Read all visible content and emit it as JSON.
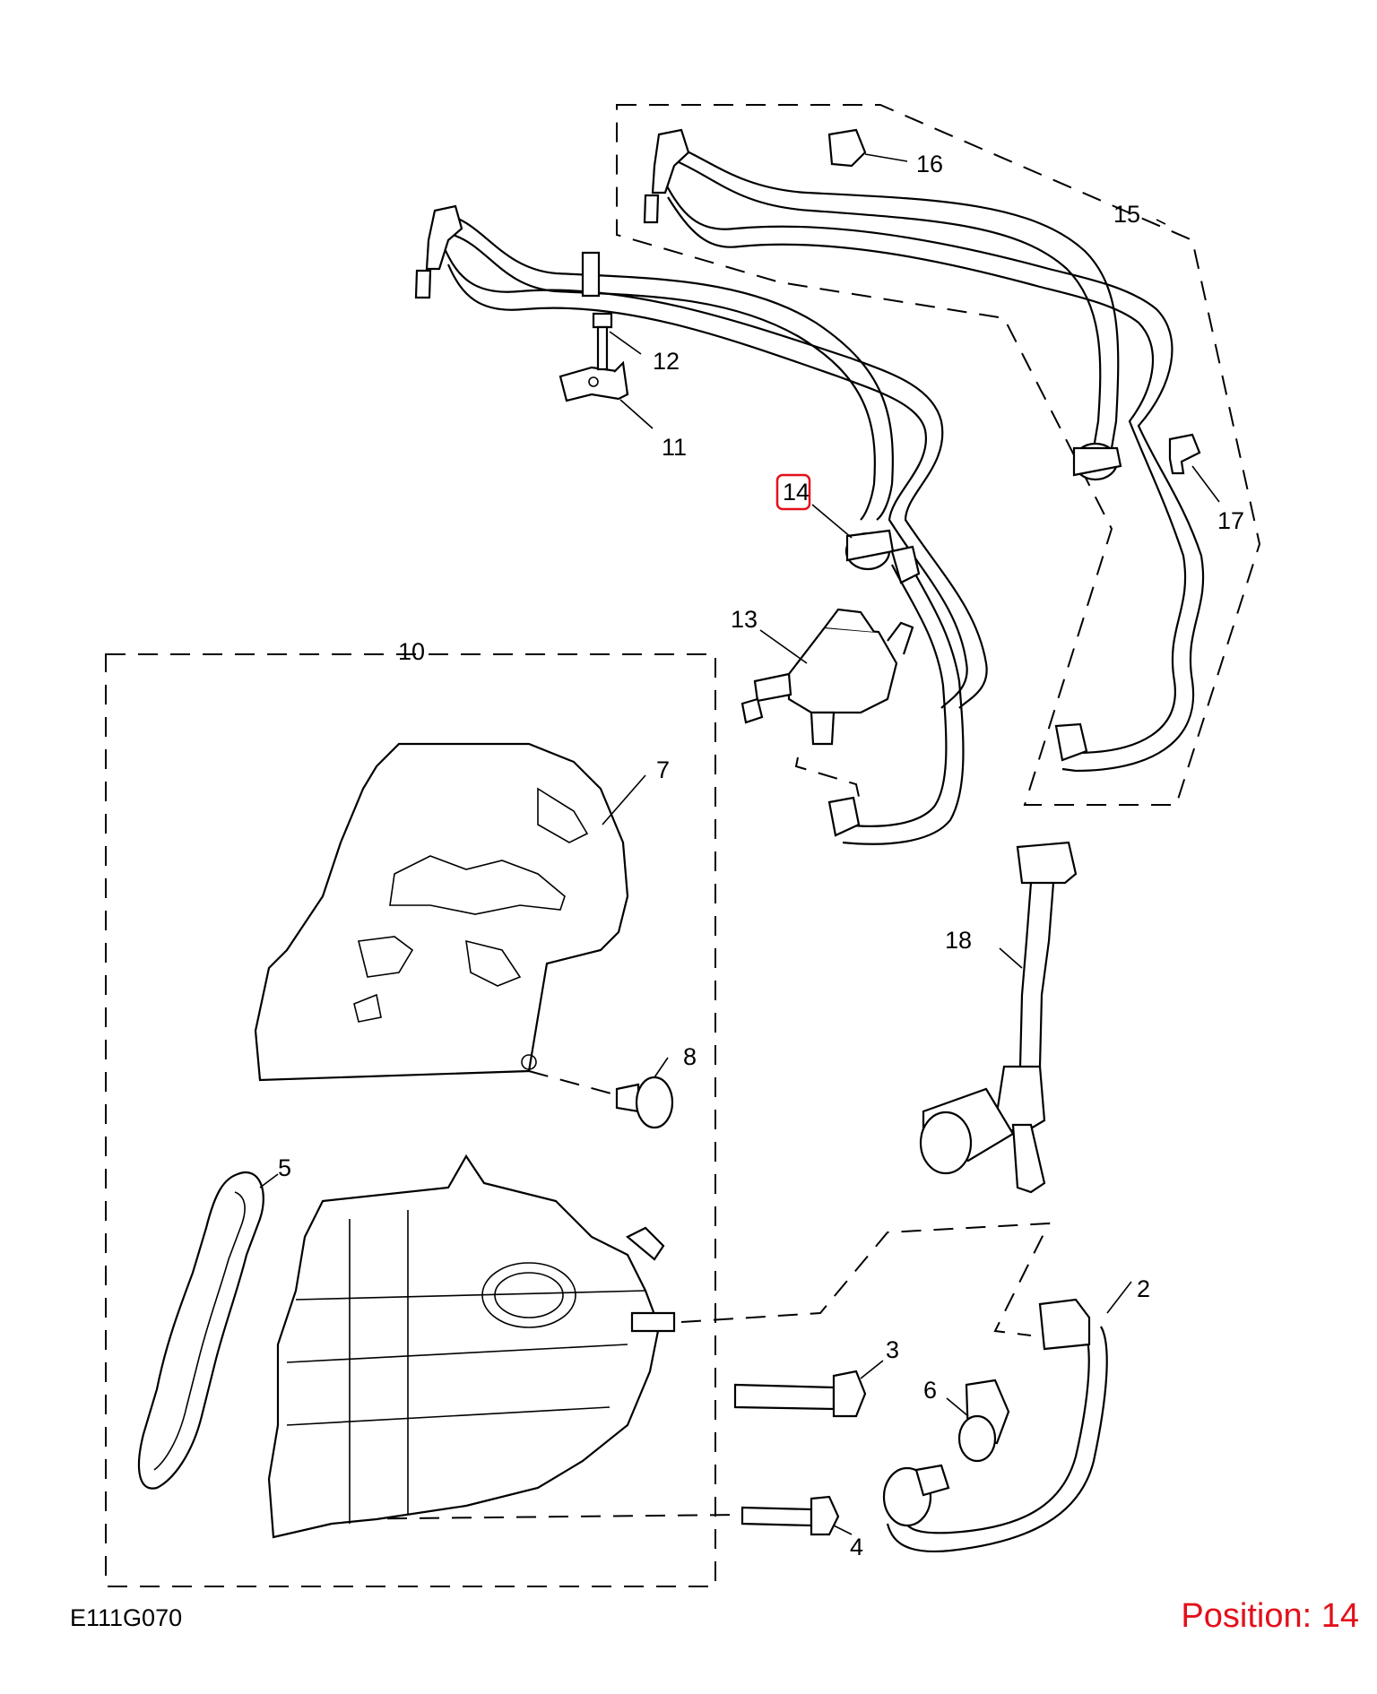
{
  "diagram_code": "E111G070",
  "position_text": "Position: 14",
  "highlight_color": "#e3101b",
  "highlighted_callout": "14",
  "callouts": [
    {
      "id": "2",
      "label": "2"
    },
    {
      "id": "3",
      "label": "3"
    },
    {
      "id": "4",
      "label": "4"
    },
    {
      "id": "5",
      "label": "5"
    },
    {
      "id": "6",
      "label": "6"
    },
    {
      "id": "7",
      "label": "7"
    },
    {
      "id": "8",
      "label": "8"
    },
    {
      "id": "10",
      "label": "10"
    },
    {
      "id": "11",
      "label": "11"
    },
    {
      "id": "12",
      "label": "12"
    },
    {
      "id": "13",
      "label": "13"
    },
    {
      "id": "14",
      "label": "14"
    },
    {
      "id": "15",
      "label": "15"
    },
    {
      "id": "16",
      "label": "16"
    },
    {
      "id": "17",
      "label": "17"
    },
    {
      "id": "18",
      "label": "18"
    }
  ]
}
